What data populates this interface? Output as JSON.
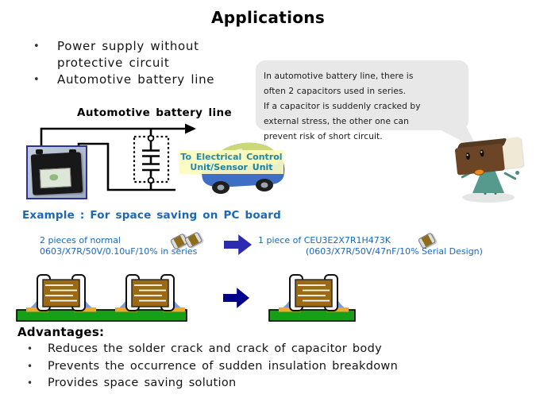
{
  "title": "Applications",
  "intro_bullets": [
    "Power supply without protective circuit",
    "Automotive battery line"
  ],
  "speech_bubble": {
    "text": "In automotive battery line, there is\noften 2 capacitors used in series.\nIf a capacitor is suddenly cracked by\nexternal stress, the other one can\nprevent risk of short circuit."
  },
  "diagram": {
    "title": "Automotive battery line",
    "car_label": "To Electrical Control\nUnit/Sensor Unit"
  },
  "example": {
    "heading": "Example : For space saving on PC board",
    "before": {
      "line1": "2 pieces of normal",
      "line2": "0603/X7R/50V/0.10uF/10% in series"
    },
    "after": {
      "line1": "1 piece of CEU3E2X7R1H473K",
      "line2": "(0603/X7R/50V/47nF/10% Serial Design)"
    }
  },
  "advantages": {
    "heading": "Advantages:",
    "items": [
      "Reduces the solder crack and crack of capacitor body",
      "Prevents the occurrence of sudden insulation breakdown",
      "Provides space saving solution"
    ]
  },
  "icons": {
    "chip_capacitor": "chip-capacitor-icon",
    "arrow_right": "block-arrow-right-icon"
  },
  "colors": {
    "accent_blue": "#1a67b8",
    "teal_label": "#17809e",
    "arrow_blue": "#2c2cb0",
    "arrow_navy": "#00008b",
    "board_green": "#17a017",
    "cap_body_brown": "#9c6a12",
    "solder_blue": "#7b9cd6",
    "pad_orange": "#f2a72e",
    "bubble_gray": "#e8e8e8",
    "highlight_yellow": "#fbfbc0"
  }
}
